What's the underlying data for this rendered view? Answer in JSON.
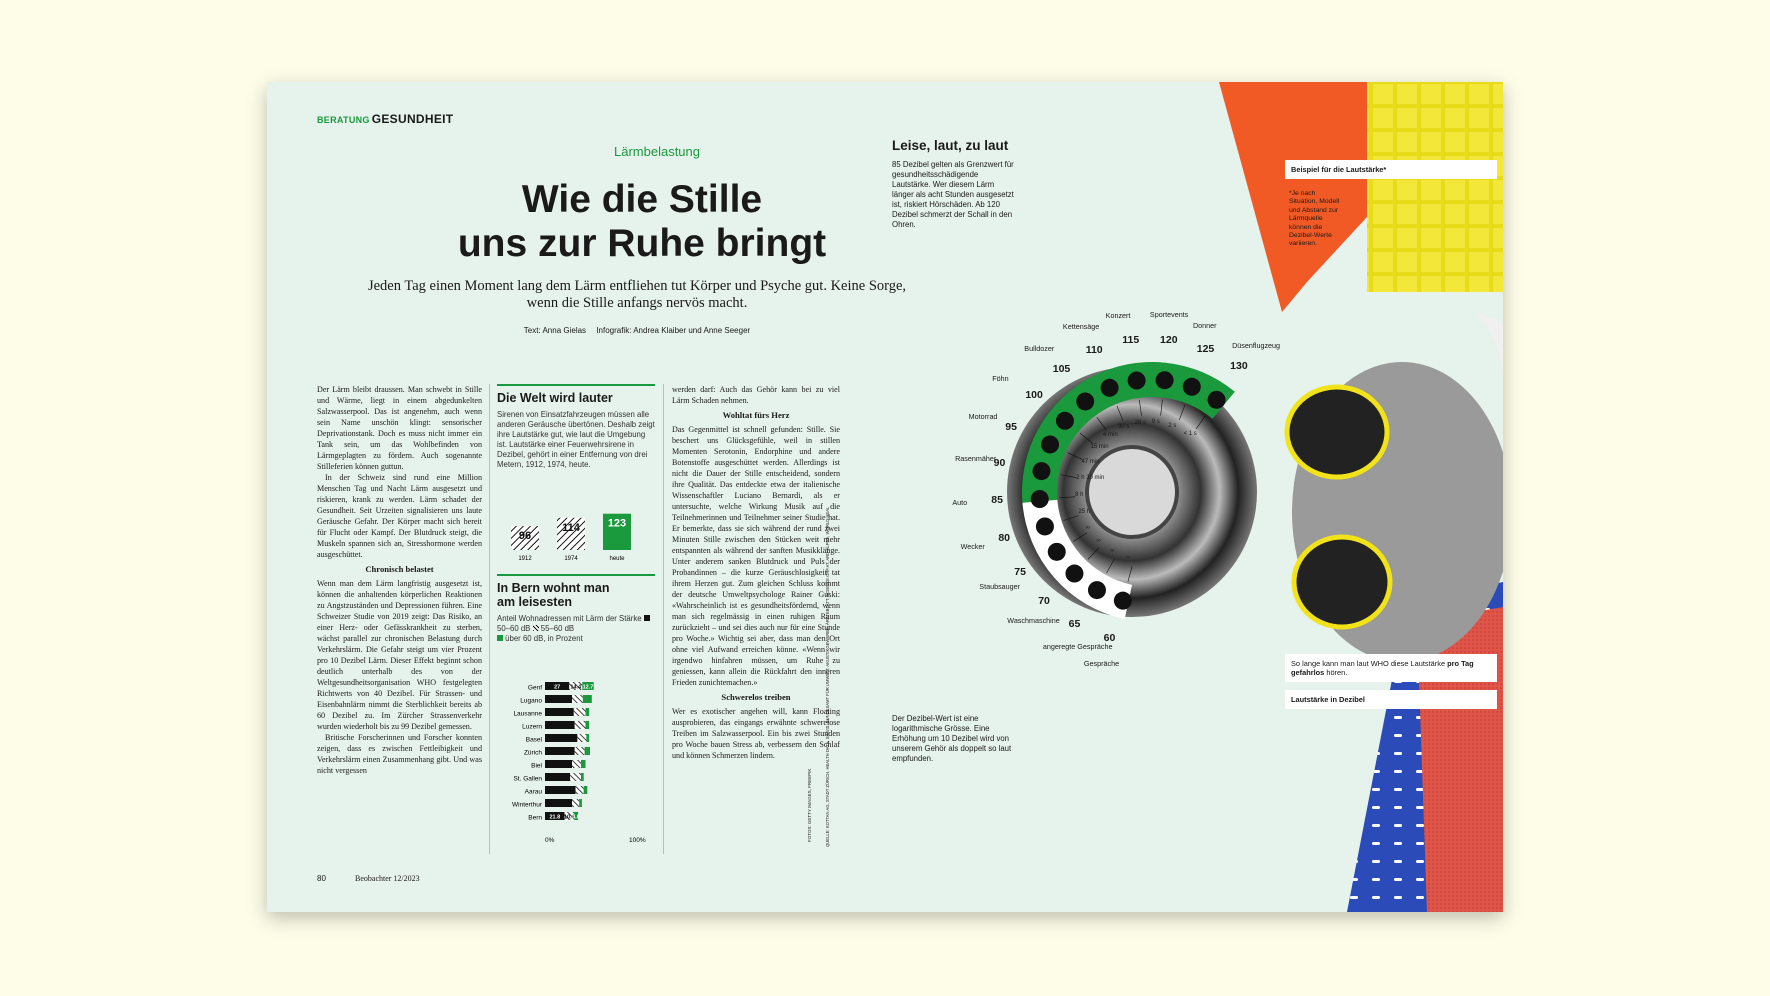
{
  "header": {
    "section_tag": "BERATUNG",
    "section": "GESUNDHEIT"
  },
  "article": {
    "kicker": "Lärmbelastung",
    "headline_line1": "Wie die Stille",
    "headline_line2": "uns zur Ruhe bringt",
    "lead": "Jeden Tag einen Moment lang dem Lärm entfliehen tut Körper und Psyche gut. Keine Sorge, wenn die Stille anfangs nervös macht.",
    "credit_text": "Text: Anna Gielas",
    "credit_graphic": "Infografik: Andrea Klaiber und Anne Seeger",
    "col1_p1": "Der Lärm bleibt draussen. Man schwebt in Stille und Wärme, liegt in einem abgedunkelten Salzwasserpool. Das ist angenehm, auch wenn sein Name unschön klingt: sensorischer Deprivationstank. Doch es muss nicht immer ein Tank sein, um das Wohlbefinden von Lärmgeplagten zu fördern. Auch sogenannte Stilleferien können guttun.",
    "col1_p2": "In der Schweiz sind rund eine Million Menschen Tag und Nacht Lärm ausgesetzt und riskieren, krank zu werden. Lärm schadet der Gesundheit. Seit Urzeiten signalisieren uns laute Geräusche Gefahr. Der Körper macht sich bereit für Flucht oder Kampf. Der Blutdruck steigt, die Muskeln spannen sich an, Stresshormone werden ausgeschüttet.",
    "col1_h": "Chronisch belastet",
    "col1_p3": "Wenn man dem Lärm langfristig ausgesetzt ist, können die anhaltenden körperlichen Reaktionen zu Angstzuständen und Depressionen führen. Eine Schweizer Studie von 2019 zeigt: Das Risiko, an einer Herz- oder Gefässkrankheit zu sterben, wächst parallel zur chronischen Belastung durch Verkehrslärm. Die Gefahr steigt um vier Prozent pro 10 Dezibel Lärm. Dieser Effekt beginnt schon deutlich unterhalb des von der Weltgesundheitsorganisation WHO festgelegten Richtwerts von 40 Dezibel. Für Strassen- und Eisenbahnlärm nimmt die Sterblichkeit bereits ab 60 Dezibel zu. Im Zürcher Strassenverkehr wurden wiederholt bis zu 99 Dezibel gemessen.",
    "col1_p4": "Britische Forscherinnen und Forscher konnten zeigen, dass es zwischen Fettleibigkeit und Verkehrslärm einen Zusammenhang gibt. Und was nicht vergessen",
    "col3_p1": "werden darf: Auch das Gehör kann bei zu viel Lärm Schaden nehmen.",
    "col3_h1": "Wohltat fürs Herz",
    "col3_p2": "Das Gegenmittel ist schnell gefunden: Stille. Sie beschert uns Glücksgefühle, weil in stillen Momenten Serotonin, Endorphine und andere Botenstoffe ausgeschüttet werden. Allerdings ist nicht die Dauer der Stille entscheidend, sondern ihre Qualität. Das entdeckte etwa der italienische Wissenschaftler Luciano Bernardi, als er untersuchte, welche Wirkung Musik auf die Teilnehmerinnen und Teilnehmer seiner Studie hat. Er bemerkte, dass sie sich während der rund zwei Minuten Stille zwischen den Stücken weit mehr entspannten als während der sanften Musikklänge. Unter anderem sanken Blutdruck und Puls der Probandinnen – die kurze Geräuschlosigkeit tat ihrem Herzen gut. Zum gleichen Schluss kommt der deutsche Umweltpsychologe Rainer Guski: «Wahrscheinlich ist es gesundheitsfördernd, wenn man sich regelmässig in einen ruhigen Raum zurückzieht – und sei dies auch nur für eine Stunde pro Woche.» Wichtig sei aber, dass man den Ort ohne viel Aufwand erreichen könne. «Wenn wir irgendwo hinfahren müssen, um Ruhe zu geniessen, kann allein die Rückfahrt den inneren Frieden zunichtemachen.»",
    "col3_h2": "Schwerelos treiben",
    "col3_p3": "Wer es exotischer angehen will, kann Floating ausprobieren, das eingangs erwähnte schwerelose Treiben im Salzwasserpool. Ein bis zwei Stunden pro Woche bauen Stress ab, verbessern den Schlaf und können Schmerzen lindern."
  },
  "box1": {
    "title": "Die Welt wird lauter",
    "desc": "Sirenen von Einsatzfahrzeugen müssen alle anderen Geräusche übertönen. Deshalb zeigt ihre Lautstärke gut, wie laut die Umgebung ist. Lautstärke einer Feuerwehrsirene in Dezibel, gehört in einer Entfernung von drei Metern, 1912, 1974, heute."
  },
  "box2": {
    "title_line1": "In Bern wohnt man",
    "title_line2": "am leisesten",
    "desc": "Anteil Wohnadressen mit Lärm der Stärke",
    "legend1": "50–60 dB",
    "legend2": "55–60 dB",
    "legend3": "über 60 dB, in Prozent",
    "axis_min": "0%",
    "axis_max": "100%"
  },
  "footer": {
    "page": "80",
    "magazine": "Beobachter 12/2023"
  },
  "chart_data": [
    {
      "type": "bar",
      "title": "Die Welt wird lauter",
      "categories": [
        "1912",
        "1974",
        "heute"
      ],
      "values": [
        96,
        114,
        123
      ],
      "ylim": [
        0,
        130
      ]
    },
    {
      "type": "bar",
      "title": "In Bern wohnt man am leisesten",
      "categories": [
        "Genf",
        "Lugano",
        "Lausanne",
        "Luzern",
        "Basel",
        "Zürich",
        "Biel",
        "St. Gallen",
        "Aarau",
        "Winterthur",
        "Bern"
      ],
      "series": [
        {
          "name": "50–60 dB",
          "values": [
            27,
            30,
            32,
            33,
            36,
            33,
            30,
            28,
            34,
            30,
            21.8
          ]
        },
        {
          "name": "55–60 dB",
          "values": [
            14.4,
            12,
            13,
            12,
            10,
            11,
            10,
            12,
            9,
            8,
            10.4
          ]
        },
        {
          "name": "über 60 dB",
          "values": [
            12.7,
            10,
            4,
            4,
            3,
            6,
            5,
            3,
            4,
            3,
            4.6
          ]
        }
      ],
      "data_labels": {
        "Genf": [
          "27",
          "14.4",
          "12.7"
        ],
        "Bern": [
          "21.8",
          "10.4",
          "4.6"
        ]
      },
      "xlim": [
        0,
        100
      ]
    },
    {
      "type": "scatter",
      "title": "Leise, laut, zu laut",
      "unit": "Dezibel",
      "points": [
        {
          "label": "Düsenflugzeug",
          "db": 130,
          "duration": "< 1 s"
        },
        {
          "label": "Donner",
          "db": 125,
          "duration": "2 s"
        },
        {
          "label": "Sportevents",
          "db": 120,
          "duration": "9 s"
        },
        {
          "label": "Konzert",
          "db": 115,
          "duration": "28 s"
        },
        {
          "label": "Kettensäge",
          "db": 110,
          "duration": "90 s"
        },
        {
          "label": "Bulldozer",
          "db": 105,
          "duration": "4 min"
        },
        {
          "label": "Föhn",
          "db": 100,
          "duration": "15 min"
        },
        {
          "label": "Motorrad",
          "db": 95,
          "duration": "47 min"
        },
        {
          "label": "Rasenmäher",
          "db": 90,
          "duration": "2 h 30 min"
        },
        {
          "label": "Auto",
          "db": 85,
          "duration": "8 h"
        },
        {
          "label": "Wecker",
          "db": 80,
          "duration": "25 h"
        },
        {
          "label": "Staubsauger",
          "db": 75,
          "duration": "∞"
        },
        {
          "label": "Waschmaschine",
          "db": 70,
          "duration": "∞"
        },
        {
          "label": "angeregte Gespräche",
          "db": 65,
          "duration": "∞"
        },
        {
          "label": "Gespräche",
          "db": 60,
          "duration": "∞"
        }
      ]
    }
  ],
  "infographic": {
    "title": "Leise, laut, zu laut",
    "desc": "85 Dezibel gelten als Grenzwert für gesundheitsschädigende Lautstärke. Wer diesem Lärm länger als acht Stunden ausgesetzt ist, riskiert Hörschäden. Ab 120 Dezibel schmerzt der Schall in den Ohren.",
    "legend_example": "Beispiel für die Lautstärke*",
    "note": "*Je nach Situation, Modell und Abstand zur Lärmquelle können die Dezibel-Werte variieren.",
    "legend_duration_a": "So lange kann man laut WHO diese Lautstärke",
    "legend_duration_b": "pro Tag gefahrlos",
    "legend_duration_c": "hören.",
    "legend_db": "Lautstärke in Dezibel",
    "bottom_note": "Der Dezibel-Wert ist eine logarithmische Grösse. Eine Erhöhung um 10 Dezibel wird von unserem Gehör als doppelt so laut empfunden.",
    "source": "QUELLE: KOTTAN AG, STADT ZÜRICH, HEALTH DATA, SINVIS, BUNDESAMT FÜR UMWELT, AKUSTIKGEWERBE, ÄRZTEBLATT, SCIENCE.ORF.AT, ARD-ALPHA, WORLD HEALTH ORGANISATION",
    "photo_credit": "FOTOS: GETTY IMAGES, FREEPIK"
  },
  "colors": {
    "accent": "#1a9a3c",
    "page": "#e6f2ec",
    "background": "#fdfde8"
  }
}
